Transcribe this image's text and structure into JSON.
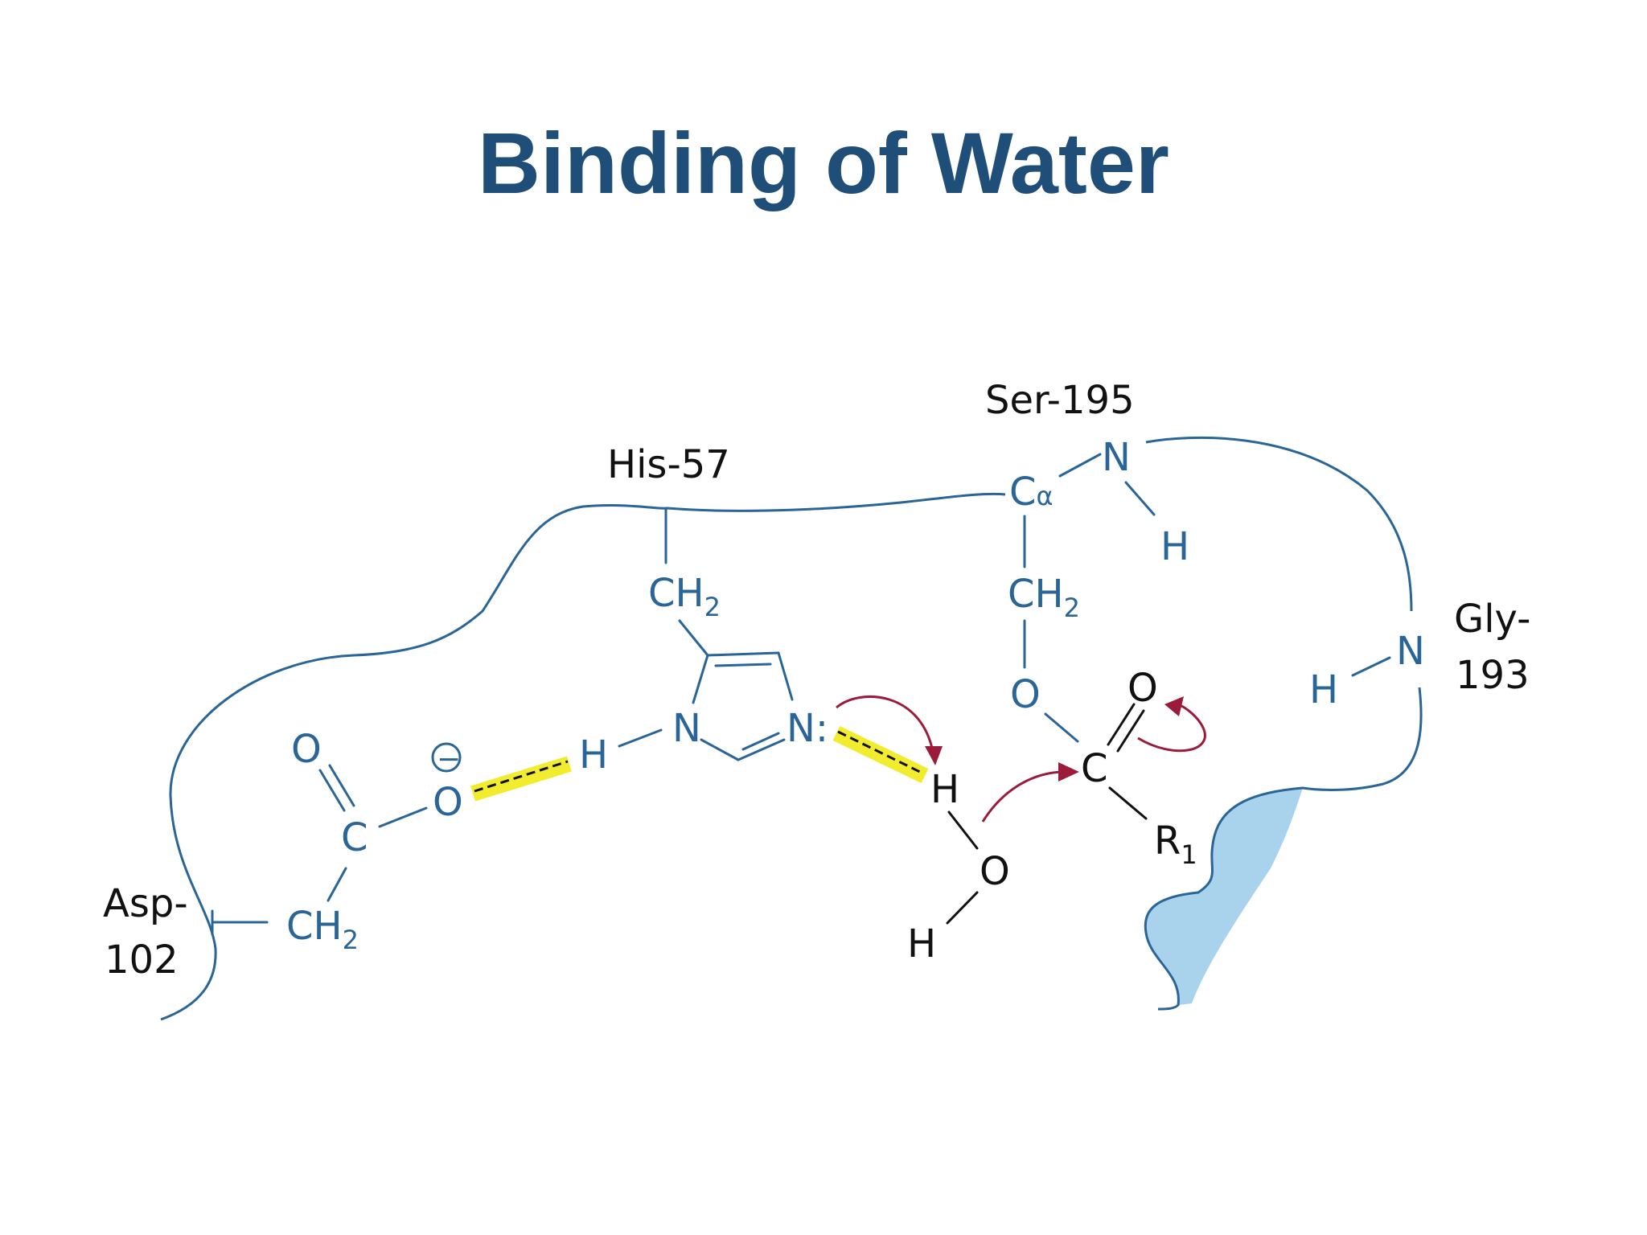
{
  "title": "Binding of Water",
  "residues": {
    "ser": "Ser-195",
    "his": "His-57",
    "asp_line1": "Asp-",
    "asp_line2": "102",
    "gly_line1": "Gly-",
    "gly_line2": "193"
  },
  "atoms": {
    "c_alpha": "C",
    "alpha": "α",
    "ch": "CH",
    "sub2": "2",
    "n": "N",
    "n_lone_pair": "N:",
    "h": "H",
    "o": "O",
    "c": "C",
    "r": "R",
    "sub1": "1",
    "minus": "−"
  },
  "colors": {
    "title": "#1f4e79",
    "structure": "#2a6597",
    "substrate": "#111111",
    "arrow": "#9b1b3a",
    "h_bond_highlight": "#f2ec2e",
    "pocket": "#a9d3ec"
  }
}
